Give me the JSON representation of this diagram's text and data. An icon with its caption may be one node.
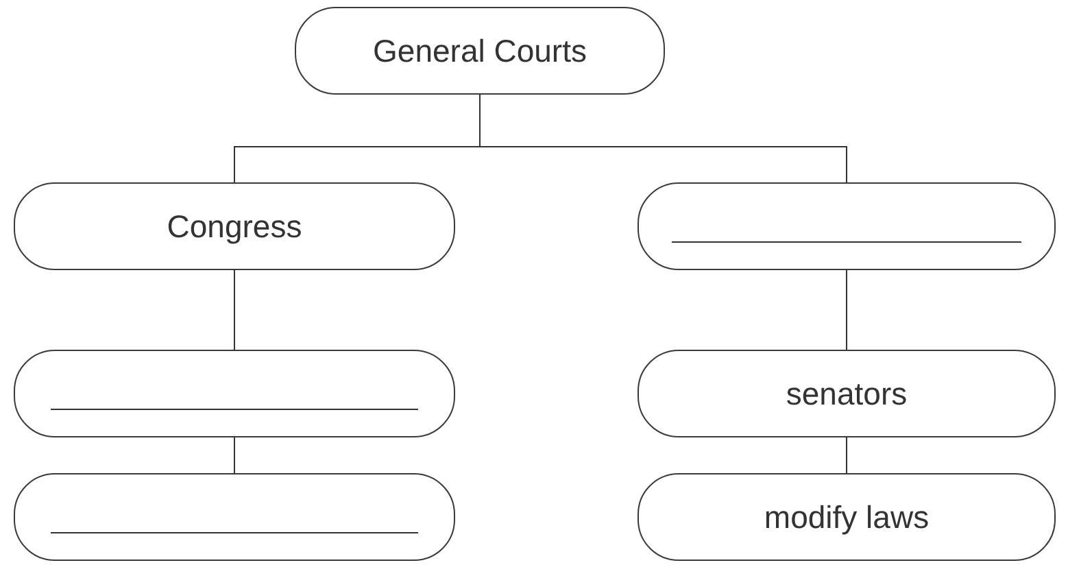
{
  "diagram": {
    "nodes": [
      {
        "text": [
          "General Courts"
        ]
      },
      {
        "text": [
          "Congress"
        ]
      },
      {
        "text": [],
        "shape": "box"
      },
      {
        "text": [],
        "shape": "box"
      },
      {
        "text": [],
        "shape": "box"
      },
      {
        "text": [
          "senators"
        ]
      },
      {
        "text": [
          "modify laws"
        ]
      }
    ],
    "edges": [
      {
        "from": 0,
        "to": 1,
        "arrow": "none"
      },
      {
        "from": 0,
        "to": 4,
        "arrow": "none"
      },
      {
        "from": 1,
        "to": 2,
        "arrow": "none"
      },
      {
        "from": 2,
        "to": 3,
        "arrow": "none"
      },
      {
        "from": 4,
        "to": 5,
        "arrow": "none"
      },
      {
        "from": 5,
        "to": 6,
        "arrow": "none"
      }
    ]
  }
}
